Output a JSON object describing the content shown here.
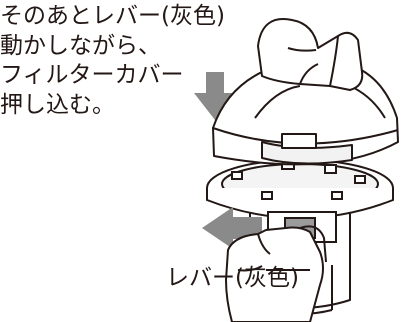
{
  "instruction_lines": [
    "そのあとレバー(灰色)",
    "動かしながら、",
    "フィルターカバー",
    "押し込む。"
  ],
  "callout_label": "レバー(灰色)",
  "colors": {
    "text": "#231815",
    "arrow": "#8a8a8a",
    "lever": "#9b9b9b",
    "line": "#231815"
  }
}
